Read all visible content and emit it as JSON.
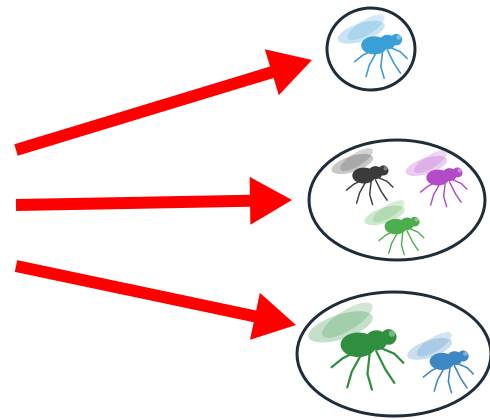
{
  "colors": {
    "arrow": "#ff0000",
    "outline": "#1f2d3a",
    "background": "#ffffff"
  },
  "arrows": [
    {
      "id": "arrow-top",
      "target": "single-blue-fly-group"
    },
    {
      "id": "arrow-middle",
      "target": "three-color-fly-group"
    },
    {
      "id": "arrow-bottom",
      "target": "large-green-and-blue-fly-group"
    }
  ],
  "groups": [
    {
      "id": "single-blue-fly-group",
      "flies": [
        {
          "name": "blue-fly-icon",
          "color": "#3a9fd6"
        }
      ]
    },
    {
      "id": "three-color-fly-group",
      "flies": [
        {
          "name": "black-fly-icon",
          "color": "#3b3b3b"
        },
        {
          "name": "magenta-fly-icon",
          "color": "#b24bc8"
        },
        {
          "name": "green-fly-icon",
          "color": "#4eae4e"
        }
      ]
    },
    {
      "id": "large-green-and-blue-fly-group",
      "flies": [
        {
          "name": "large-green-fly-icon",
          "color": "#2f8f3f"
        },
        {
          "name": "blue-fly-icon",
          "color": "#3d87c4"
        }
      ]
    }
  ]
}
